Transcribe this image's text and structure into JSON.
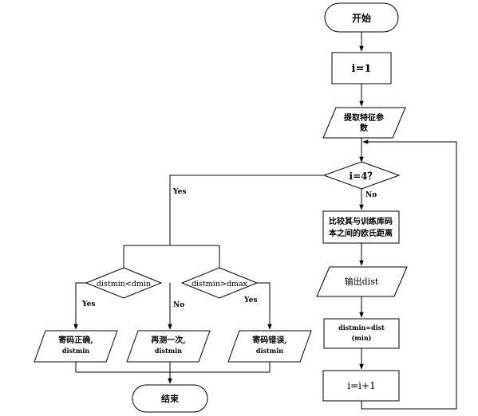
{
  "nodes": {
    "start": "开始",
    "init": "i=1",
    "extract_1": "提取特征参",
    "extract_2": "数",
    "decision_i4": "i=4？",
    "compare_1": "比较其与训练库码",
    "compare_2": "本之间的欧氏距离",
    "output": "输出dist",
    "distmin_1": "distmin=dist",
    "distmin_2": "(min)",
    "increment": "i=i+1",
    "decision_dmin": "distmin<dmin",
    "decision_dmax": "distmin>dmax",
    "correct_1": "寄码正确,",
    "correct_2": "distmin",
    "again_1": "再测一次,",
    "again_2": "distmin",
    "wrong_1": "寄码错误,",
    "wrong_2": "distmin",
    "end": "结束"
  },
  "labels": {
    "yes_main": "Yes",
    "no_main": "No",
    "yes_dmin": "Yes",
    "no_mid": "No",
    "yes_dmax": "Yes"
  }
}
